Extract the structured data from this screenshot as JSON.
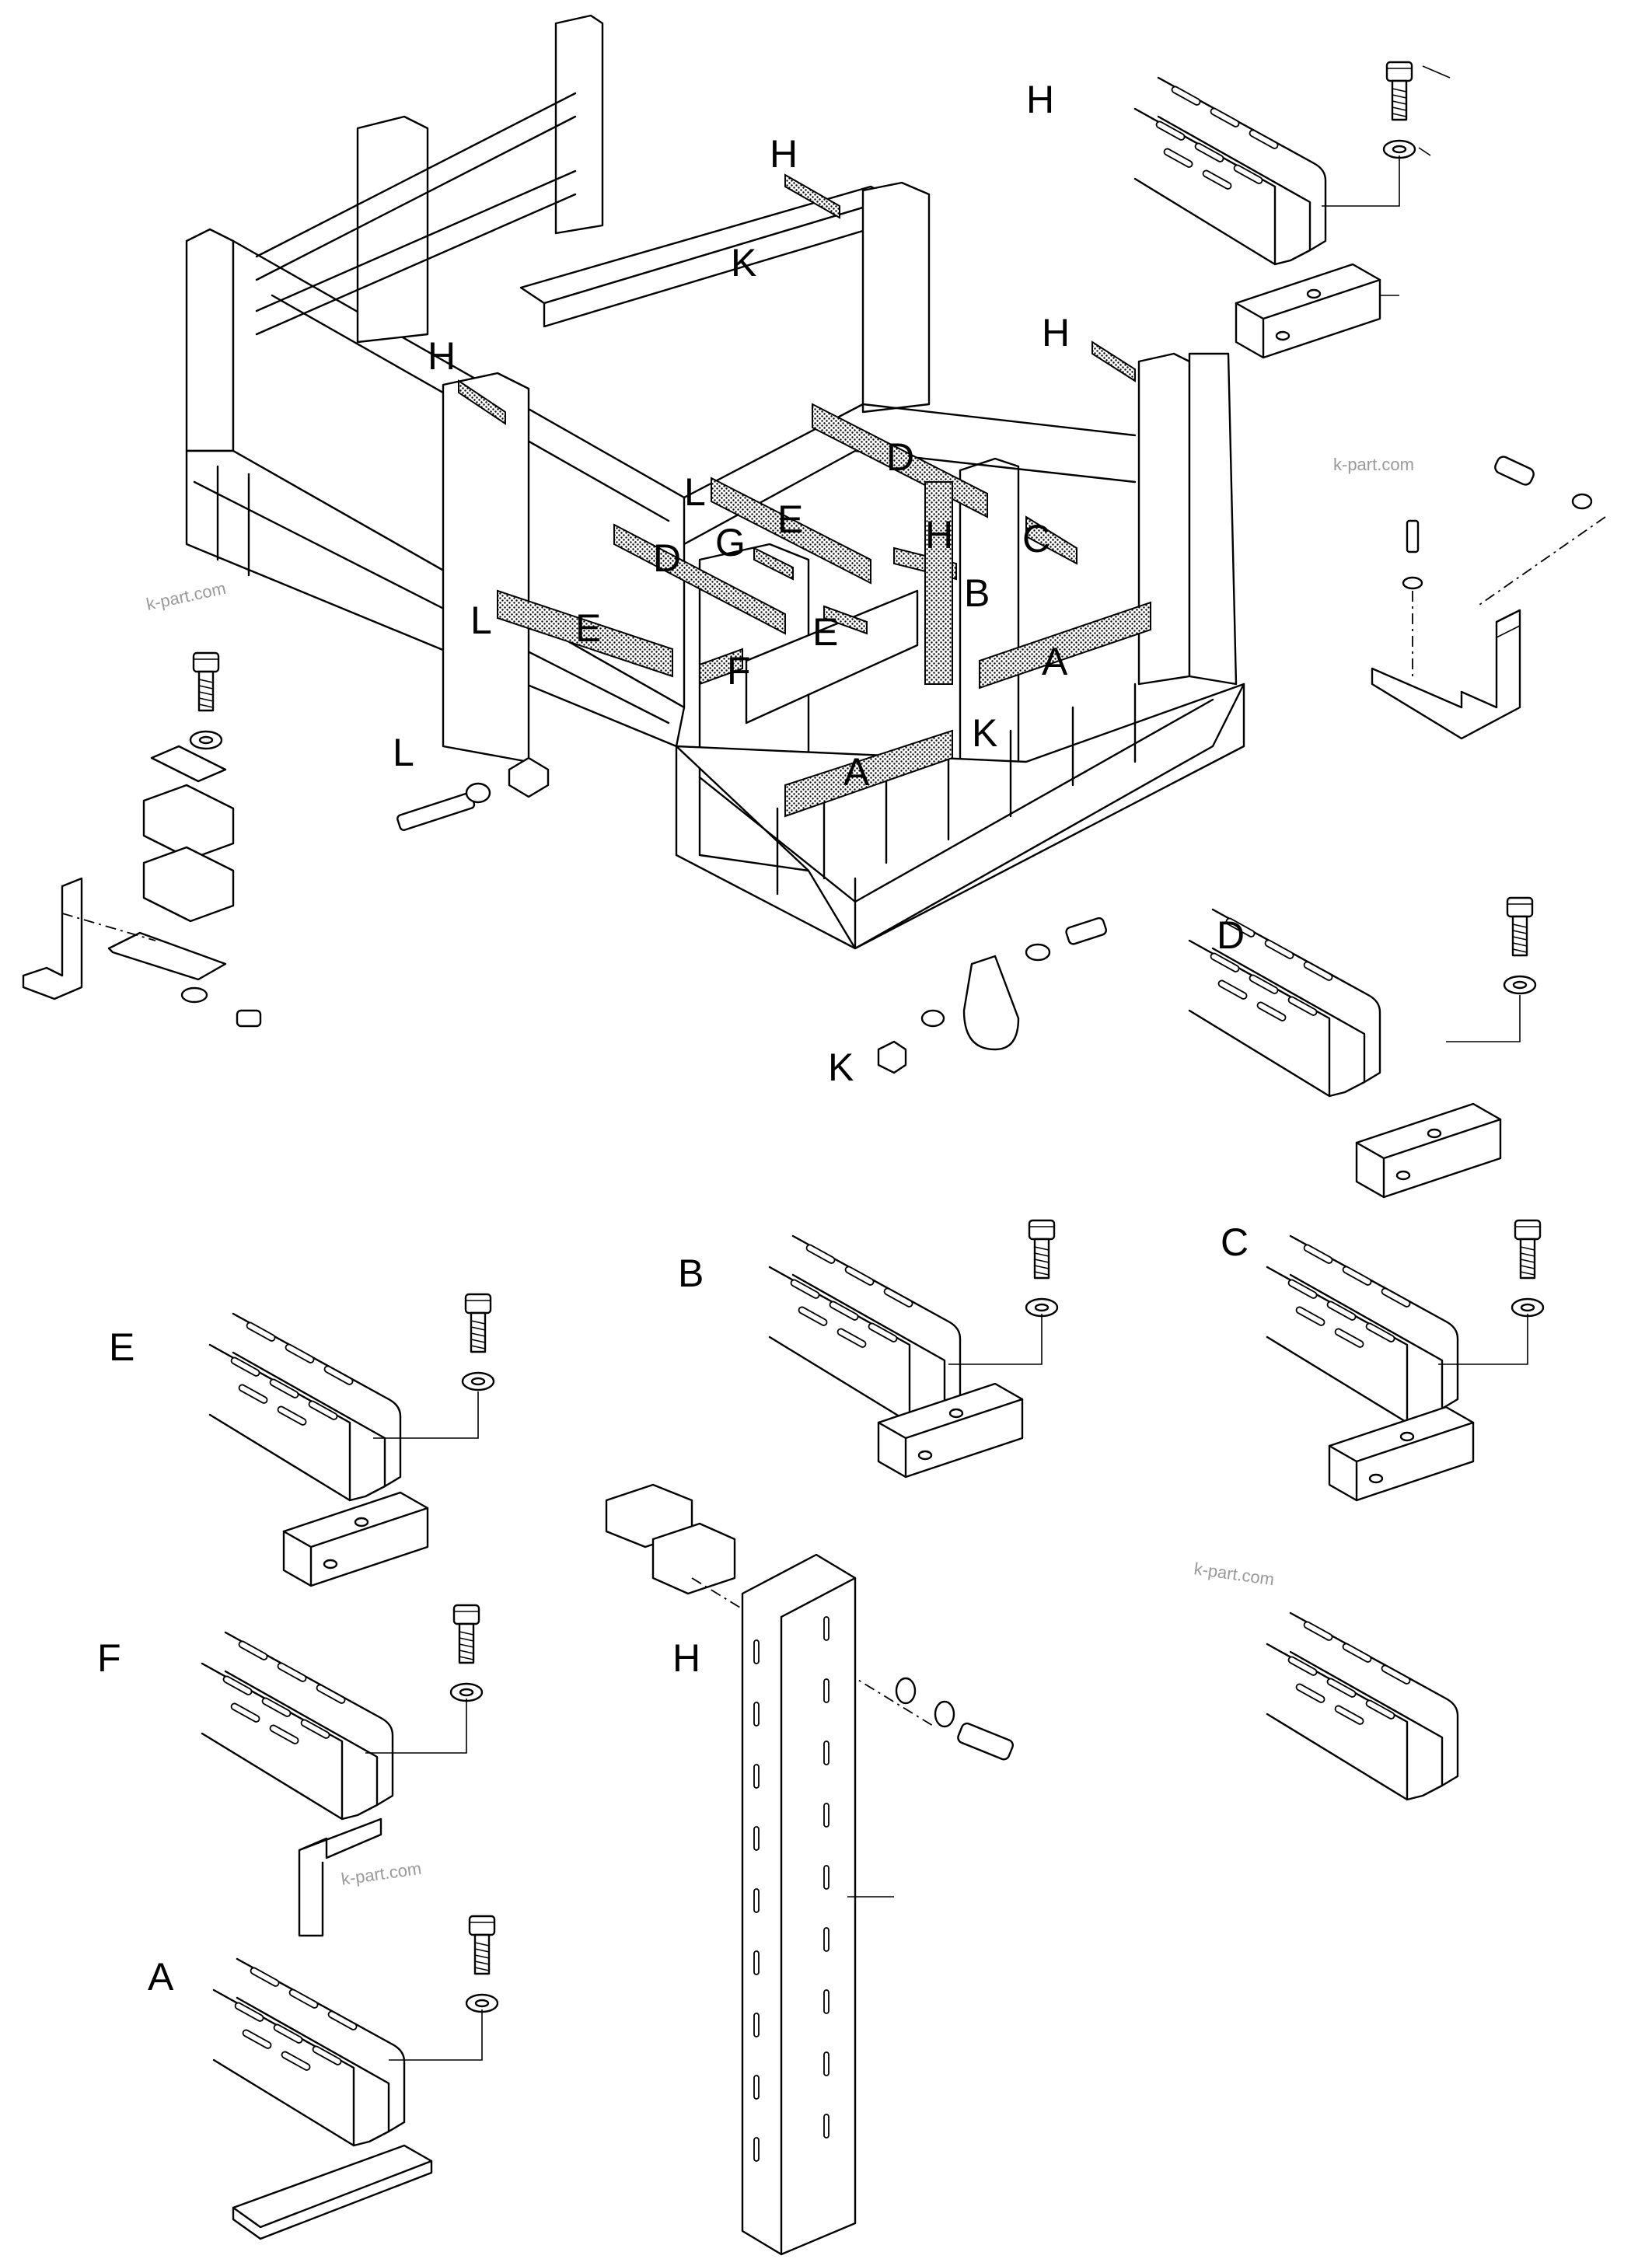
{
  "watermark": "k-part.com",
  "assembly_callouts": {
    "h_top_left": "H",
    "k_top": "K",
    "h_left": "H",
    "h_right": "H",
    "d_upper": "D",
    "l_upper": "L",
    "e_upper": "E",
    "g": "G",
    "h_mid": "H",
    "c": "C",
    "d_left": "D",
    "b": "B",
    "l_lower": "L",
    "e_lower": "E",
    "e_mid": "E",
    "a_right": "A",
    "f": "F",
    "k_lower": "K",
    "a_left": "A"
  },
  "detail_callouts": {
    "h_tray_top": "H",
    "l_bolt": "L",
    "k_clamp": "K",
    "d_tray": "D",
    "b_tray": "B",
    "c_tray": "C",
    "e_tray": "E",
    "f_tray": "F",
    "h_post": "H",
    "a_tray": "A"
  }
}
